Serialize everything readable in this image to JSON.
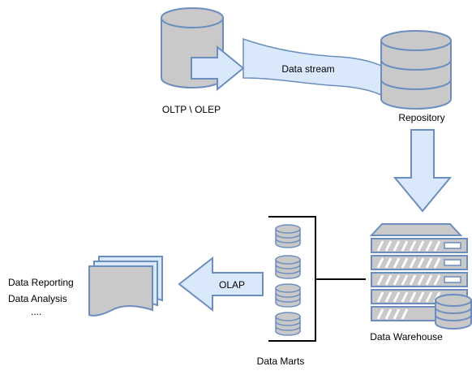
{
  "labels": {
    "oltp": "OLTP \\ OLEP",
    "data_stream": "Data stream",
    "repository": "Repository",
    "olap": "OLAP",
    "data_warehouse": "Data Warehouse",
    "data_marts": "Data Marts",
    "outputs": [
      "Data Reporting",
      "Data Analysis",
      "...."
    ]
  },
  "colors": {
    "cylinder_fill": "#c9c9c9",
    "stroke": "#6c8ebf",
    "arrow_fill": "#dae8fc",
    "server_body": "#c9c9c9",
    "server_slots": "#ffffff",
    "bracket": "#000000"
  },
  "icons": [
    "database-cylinder-icon",
    "repository-disk-stack-icon",
    "server-rack-icon",
    "db-stack-icon",
    "document-stack-icon"
  ]
}
